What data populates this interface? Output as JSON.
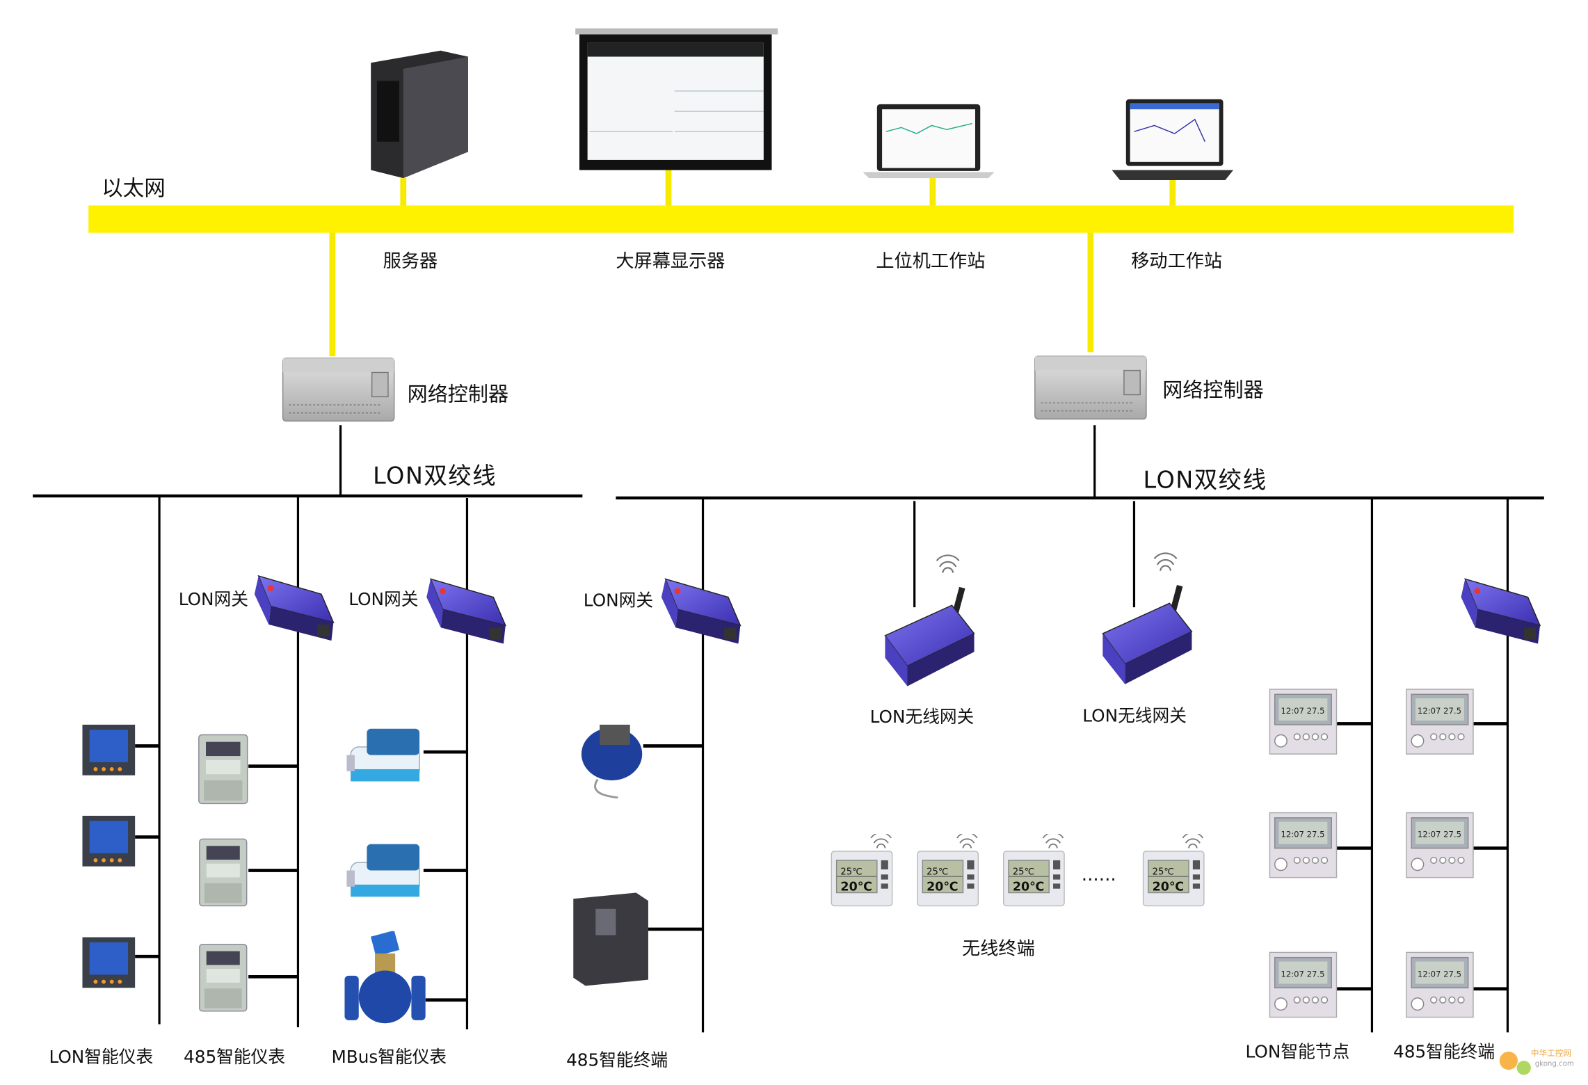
{
  "network": {
    "ethernet_label": "以太网",
    "ethernet_color": "#FFF200",
    "top_devices": [
      {
        "label": "服务器",
        "icon": "server-tower-icon"
      },
      {
        "label": "大屏幕显示器",
        "icon": "projection-screen-icon"
      },
      {
        "label": "上位机工作站",
        "icon": "laptop-icon"
      },
      {
        "label": "移动工作站",
        "icon": "laptop-icon"
      }
    ],
    "controllers": [
      {
        "label": "网络控制器"
      },
      {
        "label": "网络控制器"
      }
    ],
    "bus_labels": [
      "LON双绞线",
      "LON双绞线"
    ]
  },
  "gateways": {
    "lon_gateway": "LON网关",
    "lon_wireless_gateway": "LON无线网关",
    "gateway_color": "#5b4fd6"
  },
  "wireless": {
    "label": "无线终端",
    "ellipsis": "......",
    "display_top": "25℃",
    "display_bottom": "20℃"
  },
  "node_display": "12:07 27.5",
  "bottom_labels": {
    "lon_meter": "LON智能仪表",
    "meter_485": "485智能仪表",
    "mbus_meter": "MBus智能仪表",
    "terminal_485_left": "485智能终端",
    "lon_node": "LON智能节点",
    "terminal_485_right": "485智能终端"
  },
  "watermark": {
    "text": "中华工控网",
    "url_text": "gkong.com"
  }
}
